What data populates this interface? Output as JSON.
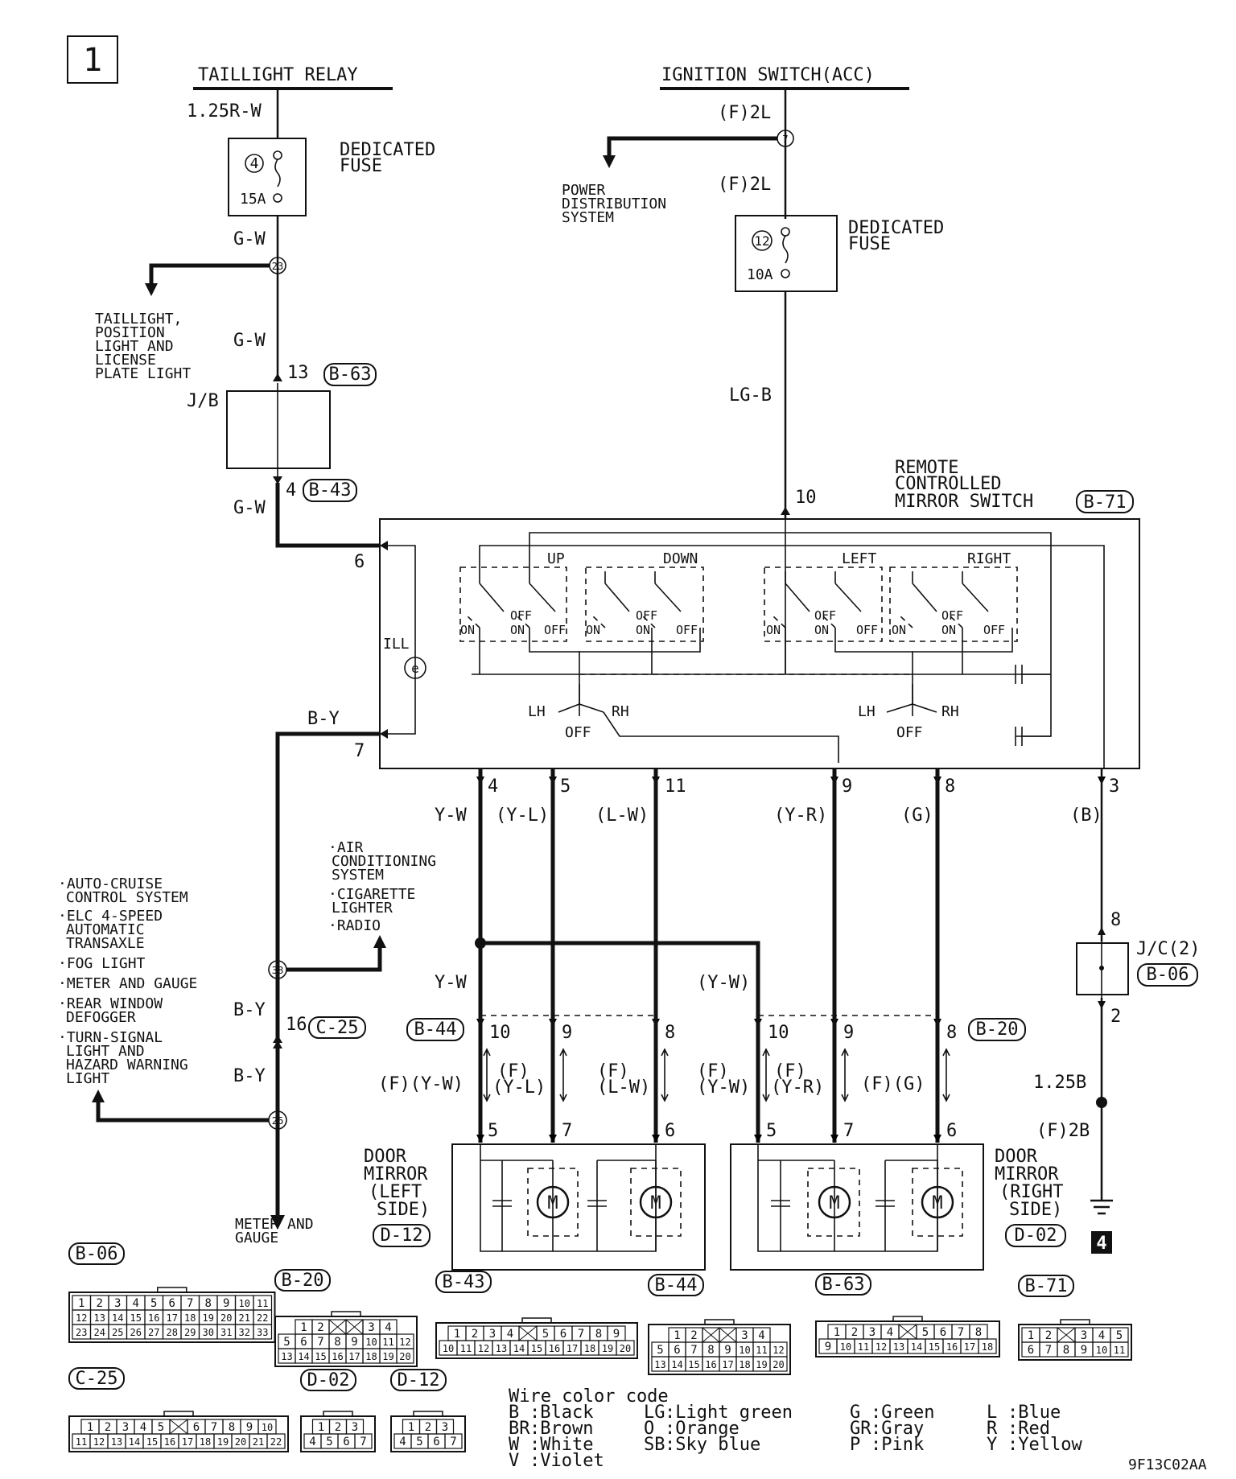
{
  "page_number": "1",
  "figure_code": "9F13C02AA",
  "sources": {
    "taillight_relay": "TAILLIGHT RELAY",
    "ignition_switch": "IGNITION SWITCH(ACC)"
  },
  "fuses": {
    "left": {
      "number": "4",
      "rating": "15A",
      "label": [
        "DEDICATED",
        "FUSE"
      ]
    },
    "right": {
      "number": "12",
      "rating": "10A",
      "label": [
        "DEDICATED",
        "FUSE"
      ]
    }
  },
  "wires": {
    "relay_out": "1.25R-W",
    "fuse4_out": "G-W",
    "to_jb": "G-W",
    "jb_out": "G-W",
    "ign_out": "(F)2L",
    "ign_to_fuse": "(F)2L",
    "fuse12_out": "LG-B",
    "by_top": "B-Y",
    "by_mid": "B-Y",
    "by_low": "B-Y",
    "ground": "1.25B",
    "ground_f": "(F)2B"
  },
  "junctions": {
    "j23": "23",
    "j7": "7",
    "j38": "38",
    "j26": "26"
  },
  "jb": {
    "label": "J/B",
    "pin_in": "13",
    "conn_in": "B-63",
    "pin_out": "4",
    "conn_out": "B-43"
  },
  "branches": {
    "taillight": [
      "TAILLIGHT,",
      "POSITION",
      "LIGHT AND",
      "LICENSE",
      "PLATE LIGHT"
    ],
    "power": [
      "POWER",
      "DISTRIBUTION",
      "SYSTEM"
    ],
    "ac_list": [
      "·AIR",
      "CONDITIONING",
      "SYSTEM",
      "·CIGARETTE",
      "LIGHTER",
      "·RADIO"
    ],
    "system_list": [
      "·AUTO-CRUISE",
      "CONTROL SYSTEM",
      "·ELC 4-SPEED",
      "AUTOMATIC",
      "TRANSAXLE",
      "·FOG LIGHT",
      "·METER AND GAUGE",
      "·REAR WINDOW",
      "DEFOGGER",
      "·TURN-SIGNAL",
      "LIGHT AND",
      "HAZARD WARNING",
      "LIGHT"
    ],
    "meter": [
      "METER AND",
      "GAUGE"
    ]
  },
  "mirror_switch": {
    "title": [
      "REMOTE",
      "CONTROLLED",
      "MIRROR SWITCH"
    ],
    "connector": "B-71",
    "pin_top": "10",
    "pin6": "6",
    "pin7": "7",
    "ill": "ILL",
    "switches": [
      "UP",
      "DOWN",
      "LEFT",
      "RIGHT"
    ],
    "states": {
      "on": "ON",
      "off": "OFF"
    },
    "selector": {
      "lh": "LH",
      "rh": "RH",
      "off": "OFF"
    }
  },
  "outputs": [
    {
      "pin": "4",
      "wire": "Y-W"
    },
    {
      "pin": "5",
      "wire": "(Y-L)"
    },
    {
      "pin": "11",
      "wire": "(L-W)"
    },
    {
      "pin": "9",
      "wire": "(Y-R)"
    },
    {
      "pin": "8",
      "wire": "(G)"
    },
    {
      "pin": "3",
      "wire": "(B)"
    }
  ],
  "lower_wires": {
    "left_yw": "Y-W",
    "right_yw": "(Y-W)"
  },
  "jc": {
    "label": "J/C(2)",
    "connector": "B-06",
    "pin_in": "8",
    "pin_out": "2"
  },
  "bottom_connectors": {
    "left": {
      "id": "B-44",
      "pins": [
        "10",
        "9",
        "8"
      ]
    },
    "right": {
      "id": "B-20",
      "pins": [
        "10",
        "9",
        "8"
      ]
    }
  },
  "harness_labels": {
    "l1": [
      "(F)(Y-W)"
    ],
    "l2": [
      "(F)",
      "(Y-L)"
    ],
    "l3": [
      "(F)",
      "(L-W)"
    ],
    "r1": [
      "(F)",
      "(Y-W)"
    ],
    "r2": [
      "(F)",
      "(Y-R)"
    ],
    "r3": [
      "(F)(G)"
    ]
  },
  "mirror_pins": {
    "left": [
      "5",
      "7",
      "6"
    ],
    "right": [
      "5",
      "7",
      "6"
    ]
  },
  "door_mirror_left": {
    "label": [
      "DOOR",
      "MIRROR",
      "(LEFT",
      "SIDE)"
    ],
    "connector": "D-12"
  },
  "door_mirror_right": {
    "label": [
      "DOOR",
      "MIRROR",
      "(RIGHT",
      "SIDE)"
    ],
    "connector": "D-02"
  },
  "motor_symbol": "M",
  "ground_number": "4",
  "connector_diagrams": [
    {
      "id": "B-06",
      "rows": [
        [
          "1",
          "2",
          "3",
          "4",
          "5",
          "6",
          "7",
          "8",
          "9",
          "10",
          "11"
        ],
        [
          "12",
          "13",
          "14",
          "15",
          "16",
          "17",
          "18",
          "19",
          "20",
          "21",
          "22"
        ],
        [
          "23",
          "24",
          "25",
          "26",
          "27",
          "28",
          "29",
          "30",
          "31",
          "32",
          "33"
        ]
      ]
    },
    {
      "id": "B-20",
      "rows": [
        [
          "1",
          "2",
          "",
          "",
          "3",
          "4"
        ],
        [
          "5",
          "6",
          "7",
          "8",
          "9",
          "10",
          "11",
          "12"
        ],
        [
          "13",
          "14",
          "15",
          "16",
          "17",
          "18",
          "19",
          "20"
        ]
      ]
    },
    {
      "id": "B-43",
      "rows": [
        [
          "1",
          "2",
          "3",
          "4",
          "",
          "5",
          "6",
          "7",
          "8",
          "9"
        ],
        [
          "10",
          "11",
          "12",
          "13",
          "14",
          "15",
          "16",
          "17",
          "18",
          "19",
          "20"
        ]
      ]
    },
    {
      "id": "B-44",
      "rows": [
        [
          "1",
          "2",
          "",
          "",
          "3",
          "4"
        ],
        [
          "5",
          "6",
          "7",
          "8",
          "9",
          "10",
          "11",
          "12"
        ],
        [
          "13",
          "14",
          "15",
          "16",
          "17",
          "18",
          "19",
          "20"
        ]
      ]
    },
    {
      "id": "B-63",
      "rows": [
        [
          "1",
          "2",
          "3",
          "4",
          "",
          "5",
          "6",
          "7",
          "8"
        ],
        [
          "9",
          "10",
          "11",
          "12",
          "13",
          "14",
          "15",
          "16",
          "17",
          "18"
        ]
      ]
    },
    {
      "id": "B-71",
      "rows": [
        [
          "1",
          "2",
          "",
          "3",
          "4",
          "5"
        ],
        [
          "6",
          "7",
          "8",
          "9",
          "10",
          "11"
        ]
      ]
    },
    {
      "id": "C-25",
      "rows": [
        [
          "1",
          "2",
          "3",
          "4",
          "5",
          "",
          "6",
          "7",
          "8",
          "9",
          "10"
        ],
        [
          "11",
          "12",
          "13",
          "14",
          "15",
          "16",
          "17",
          "18",
          "19",
          "20",
          "21",
          "22"
        ]
      ]
    },
    {
      "id": "D-02",
      "rows": [
        [
          "1",
          "2",
          "3"
        ],
        [
          "4",
          "5",
          "6",
          "7"
        ]
      ]
    },
    {
      "id": "D-12",
      "rows": [
        [
          "1",
          "2",
          "3"
        ],
        [
          "4",
          "5",
          "6",
          "7"
        ]
      ]
    }
  ],
  "legend": {
    "title": "Wire color code",
    "entries": [
      [
        "B",
        ":Black"
      ],
      [
        "BR",
        ":Brown"
      ],
      [
        "W",
        ":White"
      ],
      [
        "V",
        ":Violet"
      ],
      [
        "LG",
        ":Light green"
      ],
      [
        "O",
        ":Orange"
      ],
      [
        "SB",
        ":Sky blue"
      ],
      [
        "G",
        ":Green"
      ],
      [
        "GR",
        ":Gray"
      ],
      [
        "P",
        ":Pink"
      ],
      [
        "L",
        ":Blue"
      ],
      [
        "R",
        ":Red"
      ],
      [
        "Y",
        ":Yellow"
      ]
    ]
  }
}
